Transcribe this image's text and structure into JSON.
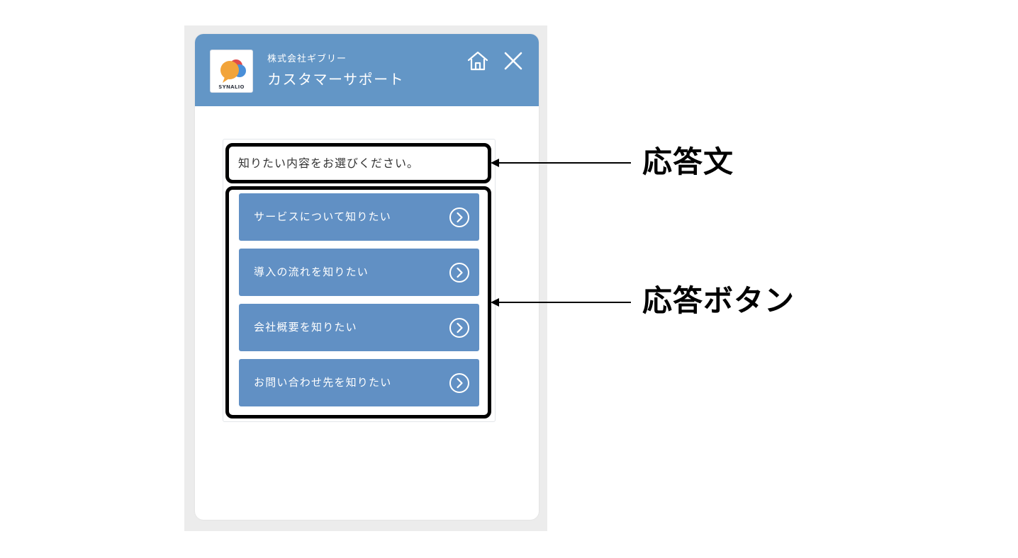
{
  "header": {
    "company": "株式会社ギブリー",
    "title": "カスタマーサポート",
    "logo_text": "SYNALIO",
    "home_icon": "home-icon",
    "close_icon": "close-icon"
  },
  "chat": {
    "message": "知りたい内容をお選びください。",
    "choices": [
      {
        "label": "サービスについて知りたい",
        "icon": "chevron-right-circle-icon"
      },
      {
        "label": "導入の流れを知りたい",
        "icon": "chevron-right-circle-icon"
      },
      {
        "label": "会社概要を知りたい",
        "icon": "chevron-right-circle-icon"
      },
      {
        "label": "お問い合わせ先を知りたい",
        "icon": "chevron-right-circle-icon"
      }
    ]
  },
  "annotations": {
    "response_text_label": "応答文",
    "response_buttons_label": "応答ボタン"
  },
  "colors": {
    "header_bg": "#6396c6",
    "button_bg": "#6190c4",
    "annotation": "#000000"
  }
}
